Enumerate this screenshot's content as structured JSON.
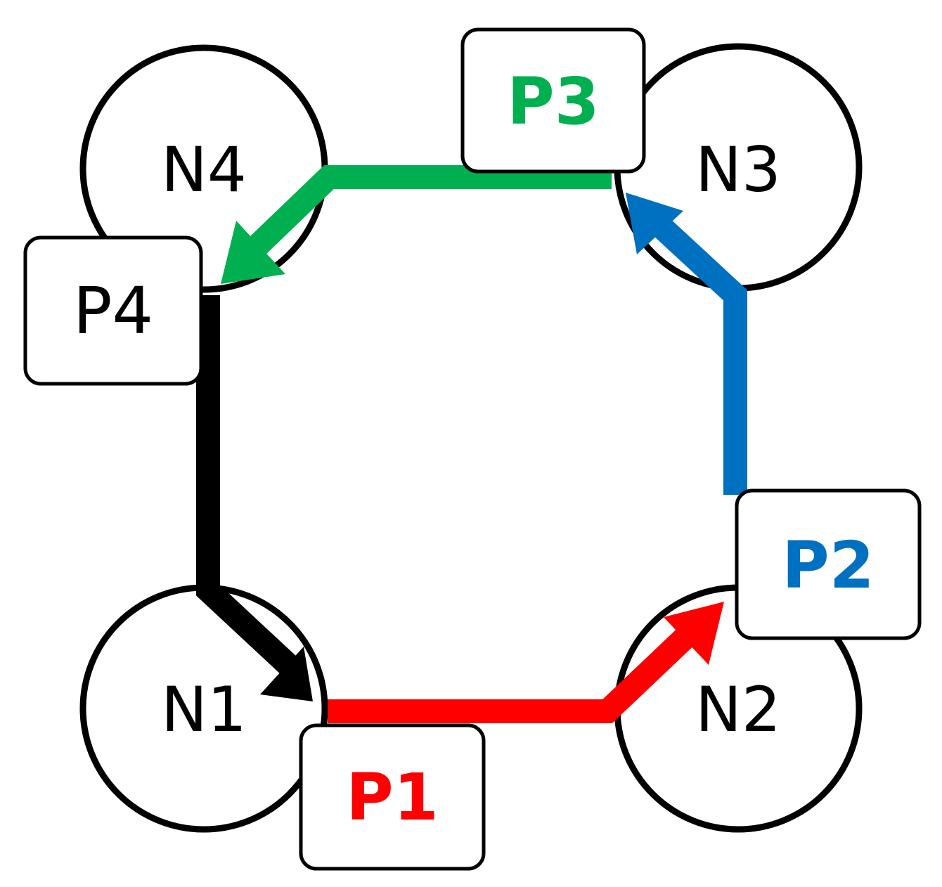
{
  "nodes": [
    {
      "id": "n1",
      "label": "N1"
    },
    {
      "id": "n2",
      "label": "N2"
    },
    {
      "id": "n3",
      "label": "N3"
    },
    {
      "id": "n4",
      "label": "N4"
    }
  ],
  "paths": [
    {
      "id": "p1",
      "label": "P1",
      "from": "N1",
      "to": "N2",
      "color": "#ff0000",
      "bold": true
    },
    {
      "id": "p2",
      "label": "P2",
      "from": "N2",
      "to": "N3",
      "color": "#0070c0",
      "bold": true
    },
    {
      "id": "p3",
      "label": "P3",
      "from": "N3",
      "to": "N4",
      "color": "#00b050",
      "bold": true
    },
    {
      "id": "p4",
      "label": "P4",
      "from": "N4",
      "to": "N1",
      "color": "#000000",
      "bold": false
    }
  ],
  "colors": {
    "node_stroke": "#000000",
    "node_fill": "#ffffff",
    "box_stroke": "#000000",
    "box_fill": "#ffffff",
    "node_text": "#000000"
  }
}
